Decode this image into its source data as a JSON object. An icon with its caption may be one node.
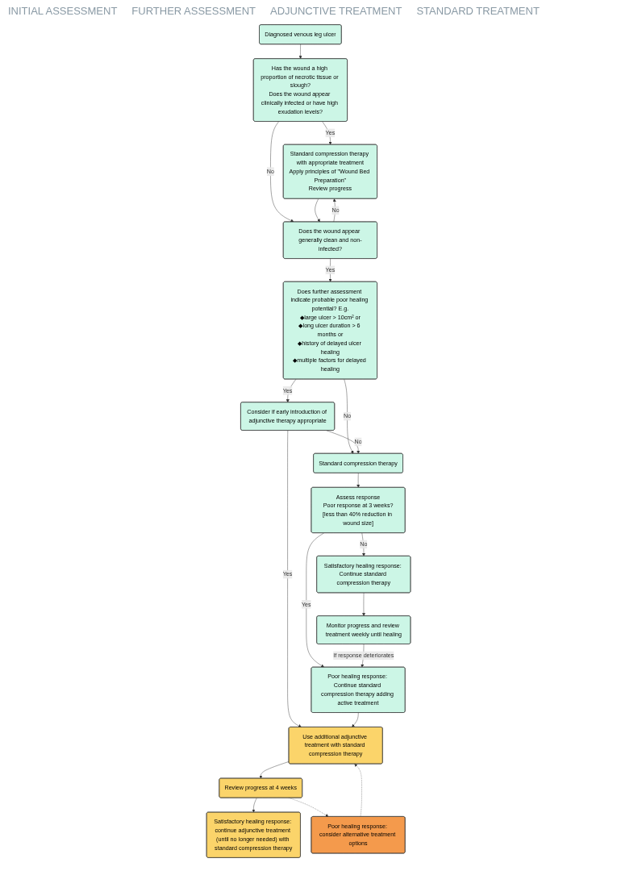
{
  "diagram": {
    "nodes": [
      {
        "text": [
          "Diagnosed venous leg ulcer"
        ]
      },
      {
        "text": [
          "Has the wound a high proportion of necrotic tissue or slough?",
          "Does the wound appear clinically infected or have high exudation levels?"
        ]
      },
      {
        "text": [
          "Standard compression therapy with appropriate treatment",
          "Apply principles of \"Wound Bed Preparation\"",
          "Review progress"
        ]
      },
      {
        "text": [
          "Does the wound appear generally clean and non-infected?"
        ]
      },
      {
        "text": [
          "Does further assessment indicate probable poor healing potential? E.g.",
          "◆large ulcer > 10cm² or",
          "◆long ulcer duration > 6 months or",
          "◆history of delayed ulcer healing",
          "◆multiple factors for delayed healing"
        ]
      },
      {
        "text": [
          "Consider if early introduction of adjunctive therapy appropriate"
        ]
      },
      {
        "text": [
          "Standard compression therapy"
        ]
      },
      {
        "text": [
          "Assess response",
          "Poor response at 3 weeks?",
          "[less than 40% reduction in wound size]"
        ]
      },
      {
        "text": [
          "Use additional adjunctive treatment with standard compression therapy"
        ]
      },
      {
        "text": [
          "Poor healing response: Continue standard compression therapy adding active treatment"
        ]
      },
      {
        "text": [
          "Satisfactory healing response: Continue standard compression therapy"
        ]
      },
      {
        "text": [
          "Review progress at 4 weeks"
        ]
      },
      {
        "text": [
          "Satisfactory healing response: continue adjunctive treatment (until no longer needed) with standard compression therapy"
        ]
      },
      {
        "text": [
          "Poor healing response: consider alternative treatment options"
        ]
      },
      {
        "text": [
          "Monitor progress and review treatment weekly until healing"
        ]
      }
    ],
    "edges": [
      {
        "from": 0,
        "to": 1,
        "arrow": "to"
      },
      {
        "from": 1,
        "to": 2,
        "arrow": "to",
        "label": "Yes"
      },
      {
        "from": 1,
        "to": 3,
        "arrow": "to",
        "label": "No"
      },
      {
        "from": 2,
        "to": 3,
        "arrow": "to"
      },
      {
        "from": 3,
        "to": 2,
        "arrow": "to",
        "label": "No"
      },
      {
        "from": 3,
        "to": 4,
        "arrow": "to",
        "label": "Yes"
      },
      {
        "from": 4,
        "to": 5,
        "arrow": "to",
        "label": "Yes"
      },
      {
        "from": 4,
        "to": 6,
        "arrow": "to",
        "label": "No"
      },
      {
        "from": 5,
        "to": 6,
        "arrow": "to",
        "label": "No"
      },
      {
        "from": 5,
        "to": 8,
        "arrow": "to",
        "label": "Yes"
      },
      {
        "from": 6,
        "to": 7,
        "arrow": "to"
      },
      {
        "from": 7,
        "to": 9,
        "arrow": "to",
        "label": "Yes"
      },
      {
        "from": 7,
        "to": 10,
        "arrow": "to",
        "label": "No"
      },
      {
        "from": 9,
        "to": 8,
        "arrow": "to"
      },
      {
        "from": 13,
        "to": 8,
        "arrow": "to",
        "style": "dashed"
      },
      {
        "from": 8,
        "to": 11,
        "arrow": "to"
      },
      {
        "from": 11,
        "to": 12,
        "arrow": "to"
      },
      {
        "from": 11,
        "to": 13,
        "arrow": "to",
        "style": "dashed"
      },
      {
        "from": 10,
        "to": 14,
        "arrow": "to"
      },
      {
        "from": 14,
        "to": 9,
        "arrow": "to",
        "label": "If response deteriorates"
      }
    ],
    "labels": [
      "INITIAL ASSESSMENT",
      "FURTHER ASSESSMENT",
      "ADJUNCTIVE TREATMENT",
      "STANDARD TREATMENT"
    ]
  }
}
